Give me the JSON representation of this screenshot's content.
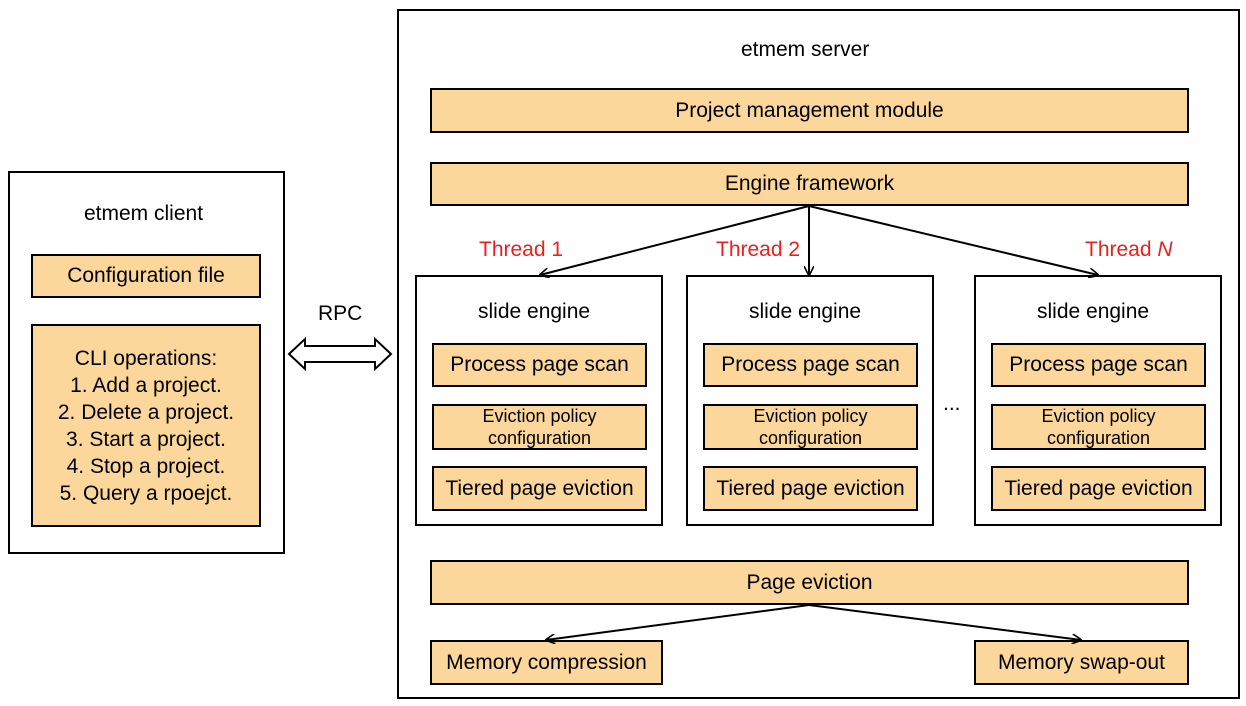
{
  "client": {
    "title": "etmem client",
    "config_file": "Configuration file",
    "cli_lines": [
      "CLI operations:",
      "1. Add a project.",
      "2. Delete a project.",
      "3. Start a project.",
      "4. Stop a project.",
      "5. Query a rpoejct."
    ]
  },
  "rpc_label": "RPC",
  "server": {
    "title": "etmem server",
    "project_management": "Project management module",
    "engine_framework": "Engine framework",
    "threads": [
      {
        "prefix": "Thread ",
        "suffix": "1"
      },
      {
        "prefix": "Thread ",
        "suffix": "2"
      },
      {
        "prefix": "Thread ",
        "suffix": "N"
      }
    ],
    "engines": [
      {
        "title": "slide engine",
        "scan": "Process page scan",
        "policy": "Eviction policy configuration",
        "eviction": "Tiered page eviction"
      },
      {
        "title": "slide engine",
        "scan": "Process page scan",
        "policy": "Eviction policy configuration",
        "eviction": "Tiered page eviction"
      },
      {
        "title": "slide engine",
        "scan": "Process page scan",
        "policy": "Eviction policy configuration",
        "eviction": "Tiered page eviction"
      }
    ],
    "ellipsis": "...",
    "page_eviction": "Page eviction",
    "memory_compression": "Memory compression",
    "memory_swap_out": "Memory swap-out"
  },
  "colors": {
    "box_fill": "#fbd79b",
    "thread_label": "#e8201e",
    "stroke": "#000000"
  }
}
